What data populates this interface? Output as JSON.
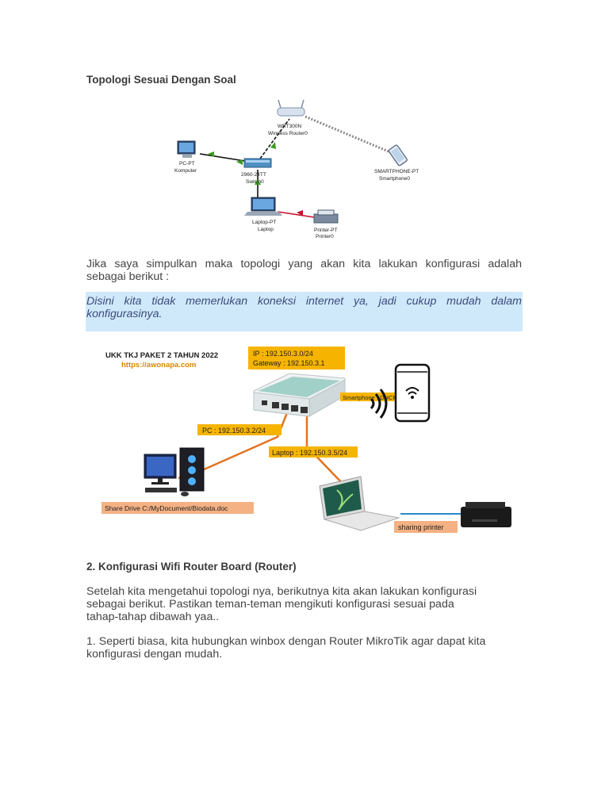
{
  "heading1": "Topologi Sesuai Dengan Soal",
  "topology": {
    "router_model": "WRT300N",
    "router_name": "Wireless Router0",
    "pc_model": "PC-PT",
    "pc_name": "Komputer",
    "switch_model": "2960-24TT",
    "switch_name": "Switch0",
    "phone_model": "SMARTPHONE-PT",
    "phone_name": "Smartphone0",
    "laptop_model": "Laptop-PT",
    "laptop_name": "Laptop",
    "printer_model": "Printer-PT",
    "printer_name": "Printer0"
  },
  "para1_line1": "Jika saya simpulkan maka topologi yang akan kita lakukan konfigurasi adalah",
  "para1_line2": "sebagai berikut :",
  "note_line1": "Disini kita tidak memerlukan koneksi internet ya, jadi cukup mudah dalam",
  "note_line2": "konfigurasinya.",
  "diagram": {
    "title": "UKK TKJ PAKET 2 TAHUN 2022",
    "url": "https://awonapa.com",
    "ip_label": "IP : 192.150.3.0/24",
    "gateway_label": "Gateway : 192.150.3.1",
    "smartphone_label": "Smartphone : DHCP/24",
    "pc_label": "PC : 192.150.3.2/24",
    "laptop_label": "Laptop : 192.150.3.5/24",
    "share_label": "Share Drive C:/MyDocument/Biodata.doc",
    "printer_label": "sharing printer"
  },
  "heading2": "2. Konfigurasi Wifi Router Board (Router)",
  "para2_line1": "Setelah kita mengetahui topologi nya, berikutnya kita akan lakukan konfigurasi",
  "para2_line2": "sebagai berikut. Pastikan teman-teman mengikuti konfigurasi sesuai pada",
  "para2_line3": "tahap-tahap dibawah yaa..",
  "para3_line1": "1. Seperti biasa, kita hubungkan winbox dengan Router MikroTik agar dapat kita",
  "para3_line2": "konfigurasi dengan mudah.",
  "colors": {
    "note_bg": "#cfe9fb",
    "label_orange": "#f6b400",
    "label_salmon": "#f4b183",
    "link_green": "#3a9a1f",
    "link_red": "#c8102e"
  }
}
